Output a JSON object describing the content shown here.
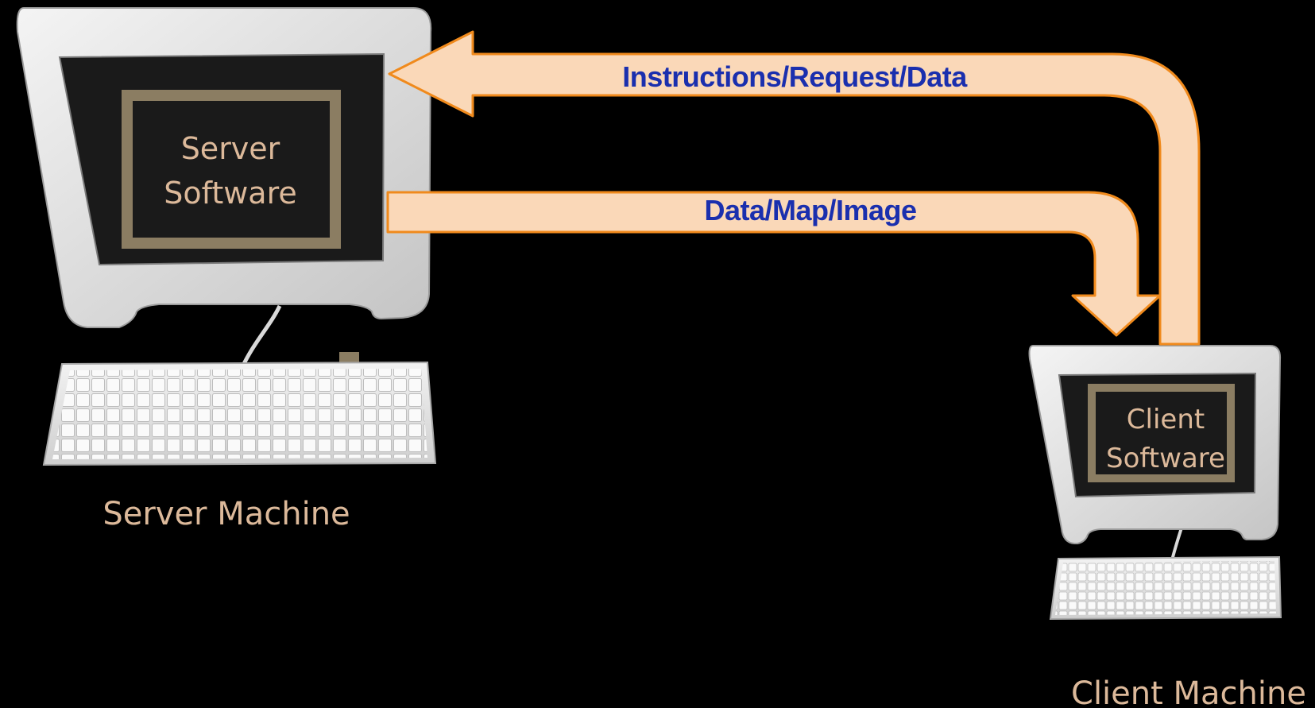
{
  "server": {
    "software_line1": "Server",
    "software_line2": "Software",
    "caption": "Server Machine"
  },
  "client": {
    "software_line1": "Client",
    "software_line2": "Software",
    "caption": "Client Machine"
  },
  "arrows": {
    "request_label": "Instructions/Request/Data",
    "response_label": "Data/Map/Image"
  },
  "colors": {
    "background": "#000000",
    "arrow_fill": "#fad8b8",
    "arrow_stroke": "#f08a1c",
    "arrow_label": "#1a2fae",
    "screen_label": "#dcb99a",
    "software_frame": "#8b7d62",
    "monitor_body": "#e3e3e3"
  }
}
